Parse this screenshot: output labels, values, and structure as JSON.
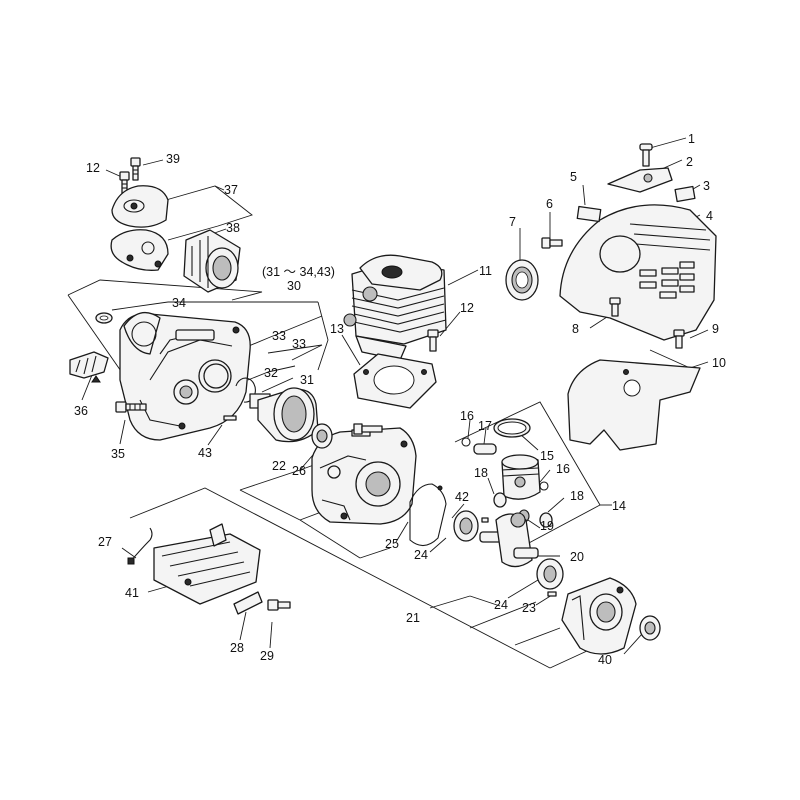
{
  "labels": {
    "p1": "1",
    "p2": "2",
    "p3": "3",
    "p4": "4",
    "p5": "5",
    "p6": "6",
    "p7": "7",
    "p8": "8",
    "p9": "9",
    "p10": "10",
    "p11": "11",
    "p12a": "12",
    "p12b": "12",
    "p13": "13",
    "p14": "14",
    "p15": "15",
    "p16a": "16",
    "p16b": "16",
    "p17": "17",
    "p18a": "18",
    "p18b": "18",
    "p19": "19",
    "p20": "20",
    "p21": "21",
    "p22": "22",
    "p23": "23",
    "p24a": "24",
    "p24b": "24",
    "p25": "25",
    "p26": "26",
    "p27": "27",
    "p28": "28",
    "p29": "29",
    "p30": "30",
    "p31": "31",
    "p32": "32",
    "p33a": "33",
    "p33b": "33",
    "p34": "34",
    "p35": "35",
    "p36": "36",
    "p37": "37",
    "p38": "38",
    "p39": "39",
    "p40": "40",
    "p41": "41",
    "p42": "42",
    "p43": "43",
    "group_note": "(31 ～ 34,43)"
  }
}
